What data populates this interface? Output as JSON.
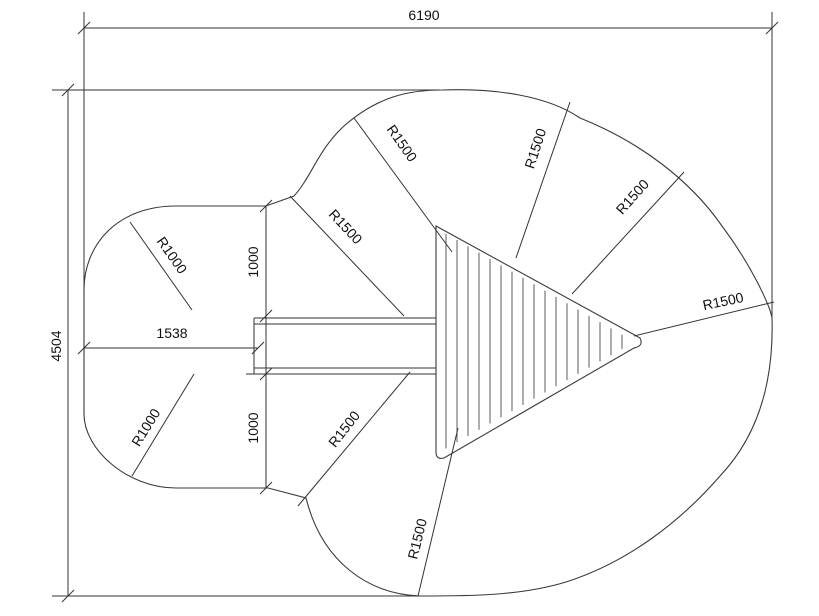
{
  "dimensions": {
    "overall_width": "6190",
    "overall_height": "4504",
    "inner_width": "1538",
    "step_upper": "1000",
    "step_lower": "1000"
  },
  "radius_labels": {
    "left_upper": "R1000",
    "left_lower": "R1000",
    "top_left": "R1500",
    "mid_upper": "R1500",
    "top_mid": "R1500",
    "top_right": "R1500",
    "right": "R1500",
    "mid_lower": "R1500",
    "bottom": "R1500"
  },
  "colors": {
    "line": "#333333",
    "background": "#ffffff"
  }
}
